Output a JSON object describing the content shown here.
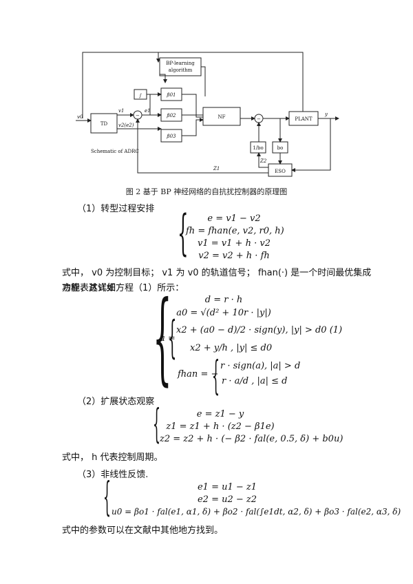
{
  "diagram": {
    "bp_block": "BP-learning algorithm",
    "bp_line1": "BP-learning",
    "bp_line2": "algorithm",
    "integrator": "∫",
    "beta_01": "β01",
    "beta_02": "β02",
    "beta_03": "β03",
    "td": "TD",
    "nf": "NF",
    "plant": "PLANT",
    "inv_b": "1/bo",
    "b": "bo",
    "eso": "ESO",
    "sig_v0": "v0",
    "sig_v1": "v1",
    "sig_v2": "v2(e2)",
    "sig_e1": "e1",
    "sig_y": "y",
    "sig_z2": "Z2",
    "sig_z1": "Z1",
    "minus": "−",
    "adrc_label": "Schematic of ADRC"
  },
  "caption": "图 2 基于 BP 神经网络的自抗扰控制器的原理图",
  "section1": {
    "heading": "（1）转型过程安排",
    "eq": [
      "e = v1 − v2",
      "fh = fhan(e, v2, r0, h)",
      "v1 = v1 + h · v2",
      "v2 = v2 + h · fh"
    ],
    "desc1": "式中， v0   为控制目标； v1  为 v0 的轨道信号； fhan(·) 是一个时间最优集成功能，其详细",
    "desc2": "方程表达式如方程（1）所示："
  },
  "fhan": {
    "d": "d = r · h",
    "a0": "a0 = √(d² + 10r · |y|)",
    "a_case1": "x2 + (a0 − d)/2 · sign(y), |y| > d0 (1)",
    "a_case2": "x2 + y/h , |y| ≤ d0",
    "a_lhs": "a =",
    "f_case1": "r · sign(a), |a| > d",
    "f_case2": "r · a/d , |a| ≤ d",
    "f_lhs": "fhan = −"
  },
  "section2": {
    "heading": "（2）扩展状态观察",
    "eq": [
      "e = z1 − y",
      "z1 = z1 + h · (z2 − β1e)",
      "z2 = z2 + h · (− β2 · fal(e, 0.5, δ) + b0u)"
    ],
    "desc": "式中，   h 代表控制周期。"
  },
  "section3": {
    "heading": "（3）非线性反馈.",
    "eq": [
      "e1 = u1 − z1",
      "e2 = u2 − z2",
      "u0 = βo1 · fal(e1, α1, δ) + βo2 · fal(∫e1dt, α2, δ) + βo3 · fal(e2, α3, δ)"
    ],
    "desc": "式中的参数可以在文献中其他地方找到。"
  }
}
